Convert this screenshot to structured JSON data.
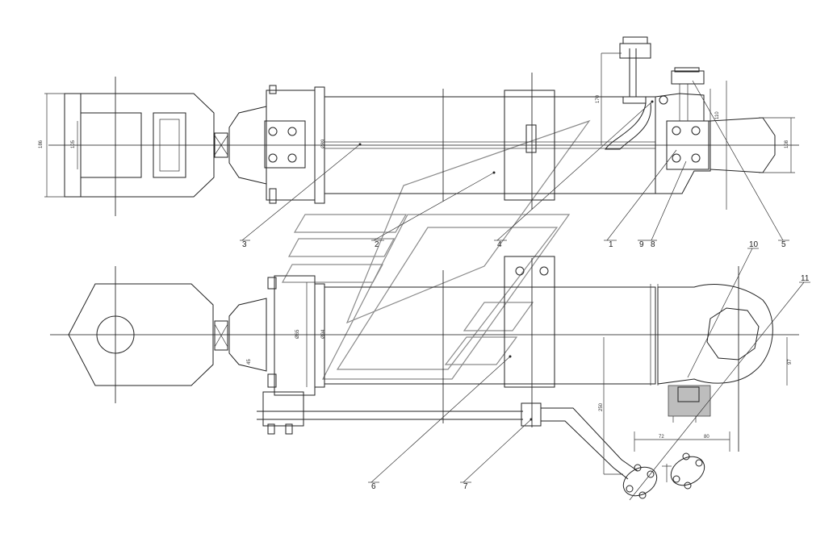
{
  "callouts": [
    "1",
    "2",
    "3",
    "4",
    "5",
    "6",
    "7",
    "9",
    "8",
    "10",
    "11"
  ],
  "dimensions": {
    "d_186": "186",
    "d_105": "105",
    "d_top_phi": "Ø89",
    "d_170": "170",
    "d_110": "110",
    "d_108": "108",
    "d_phi_left": "Ø65",
    "d_phi_right": "Ø94",
    "d_45": "45",
    "d_250": "250",
    "d_97": "97",
    "d_72": "72",
    "d_80": "80"
  },
  "colors": {
    "line": "#222222",
    "watermark": "#8a8a8a",
    "hatch": "#bdbdbd",
    "background": "#ffffff"
  }
}
